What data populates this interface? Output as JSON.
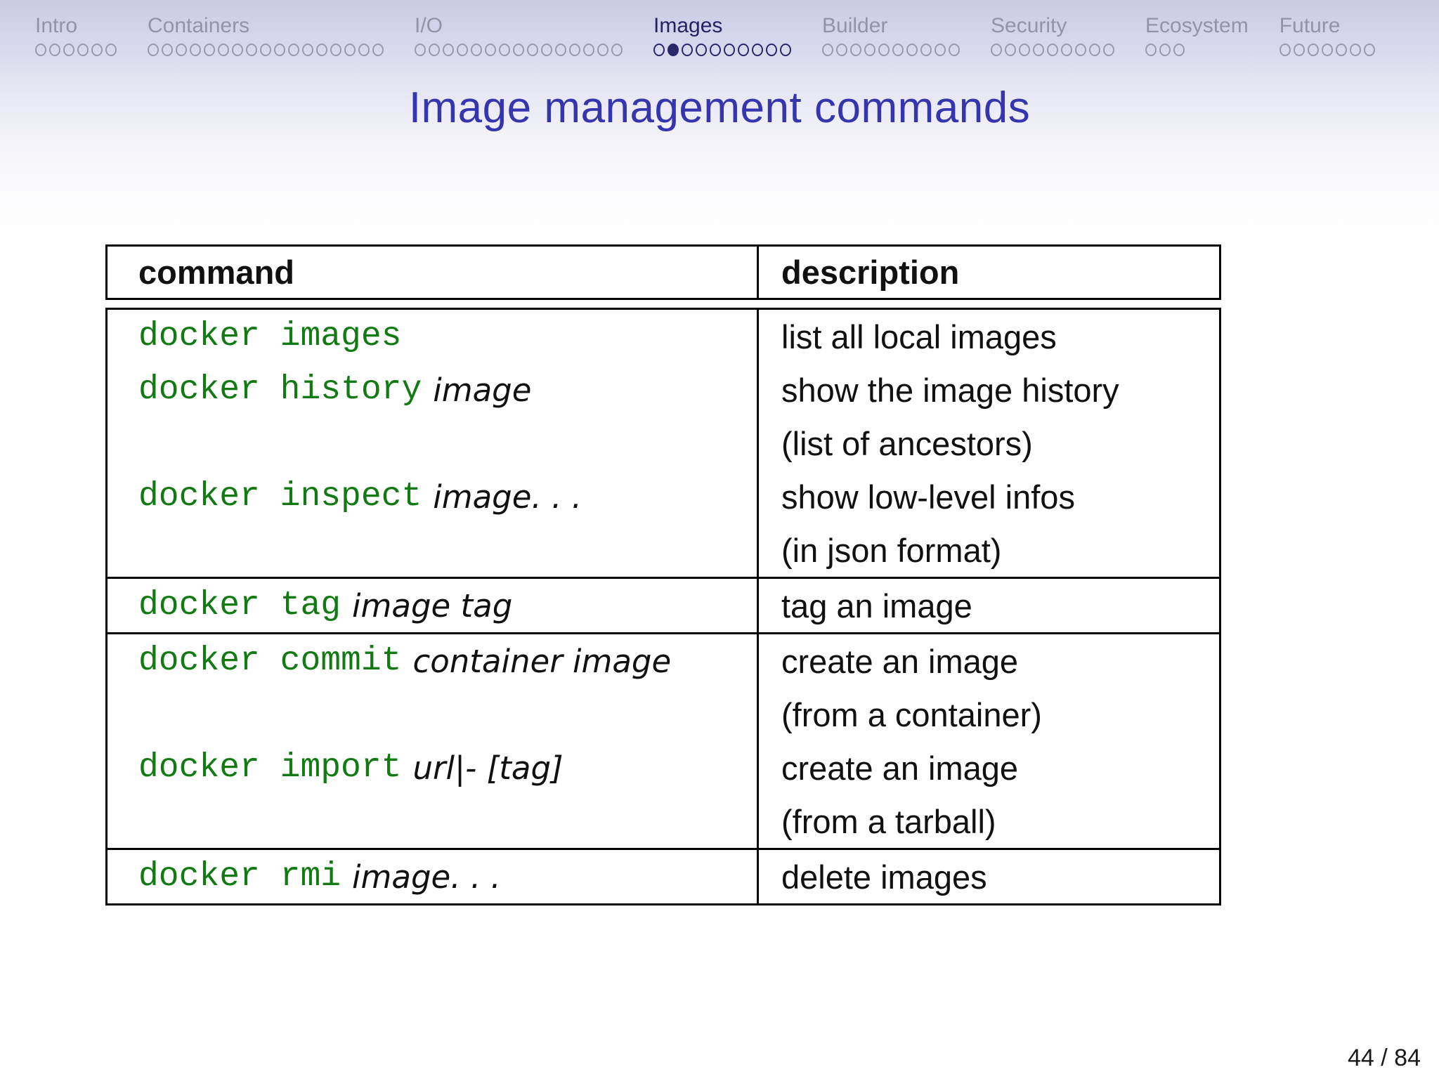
{
  "colors": {
    "accent_blue": "#3535ae",
    "command_green": "#127a12",
    "nav_active": "#23235f",
    "nav_inactive": "#9494a6",
    "table_border": "#000000",
    "background_top": "#cbcbe6"
  },
  "nav": {
    "sections": [
      {
        "label": "Intro",
        "dots": 6,
        "filled_index": -1,
        "active": false
      },
      {
        "label": "Containers",
        "dots": 17,
        "filled_index": -1,
        "active": false
      },
      {
        "label": "I/O",
        "dots": 15,
        "filled_index": -1,
        "active": false
      },
      {
        "label": "Images",
        "dots": 10,
        "filled_index": 1,
        "active": true
      },
      {
        "label": "Builder",
        "dots": 10,
        "filled_index": -1,
        "active": false
      },
      {
        "label": "Security",
        "dots": 9,
        "filled_index": -1,
        "active": false
      },
      {
        "label": "Ecosystem",
        "dots": 3,
        "filled_index": -1,
        "active": false
      },
      {
        "label": "Future",
        "dots": 7,
        "filled_index": -1,
        "active": false
      }
    ]
  },
  "title": "Image management commands",
  "table": {
    "headers": [
      "command",
      "description"
    ],
    "groups": [
      {
        "lines": [
          {
            "cmd": "docker images",
            "args": "",
            "desc": "list all local images"
          },
          {
            "cmd": "docker history",
            "args": "image",
            "desc": "show the image history"
          },
          {
            "cmd": "",
            "args": "",
            "desc": "(list of ancestors)"
          },
          {
            "cmd": "docker inspect",
            "args": "image. . .",
            "desc": "show low-level infos"
          },
          {
            "cmd": "",
            "args": "",
            "desc": "(in json format)"
          }
        ]
      },
      {
        "lines": [
          {
            "cmd": "docker tag",
            "args": "image tag",
            "desc": "tag an image"
          }
        ]
      },
      {
        "lines": [
          {
            "cmd": "docker commit",
            "args": "container image",
            "desc": "create an image"
          },
          {
            "cmd": "",
            "args": "",
            "desc": "(from a container)"
          },
          {
            "cmd": "docker import",
            "args": "url|- [tag]",
            "desc": "create an image"
          },
          {
            "cmd": "",
            "args": "",
            "desc": "(from a tarball)"
          }
        ]
      },
      {
        "lines": [
          {
            "cmd": "docker rmi",
            "args": "image. . .",
            "desc": "delete images"
          }
        ]
      }
    ]
  },
  "footer": {
    "page": "44 / 84"
  }
}
